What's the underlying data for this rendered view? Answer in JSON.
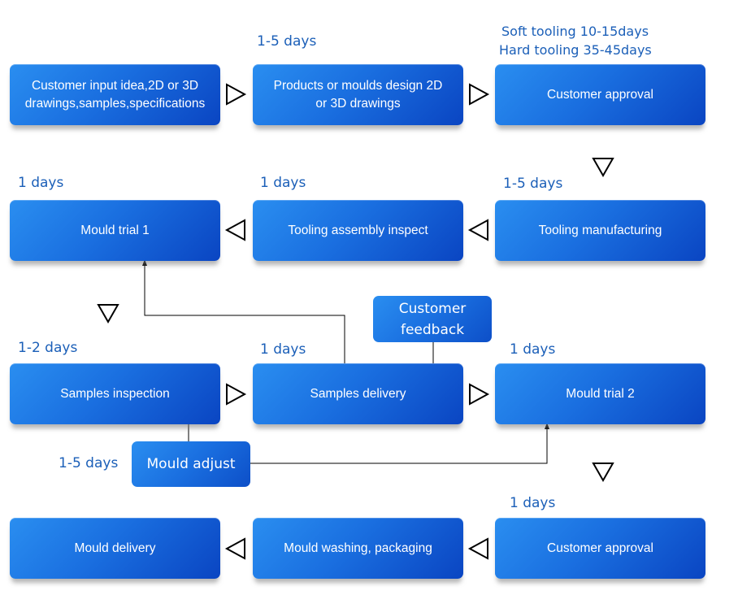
{
  "steps": {
    "customer_input": "Customer input idea,2D or 3D drawings,samples,specifications",
    "design": "Products or moulds design 2D or 3D drawings",
    "customer_approval_1": "Customer approval",
    "tooling_manufacturing": "Tooling manufacturing",
    "tooling_assembly": "Tooling assembly inspect",
    "mould_trial_1": "Mould trial 1",
    "samples_inspection": "Samples inspection",
    "samples_delivery": "Samples delivery",
    "mould_trial_2": "Mould trial 2",
    "customer_approval_2": "Customer approval",
    "mould_washing": "Mould washing, packaging",
    "mould_delivery": "Mould delivery",
    "customer_feedback": "Customer feedback",
    "mould_adjust": "Mould adjust"
  },
  "durations": {
    "design": "1-5 days",
    "soft_tooling": "Soft tooling 10-15days",
    "hard_tooling": "Hard tooling 35-45days",
    "mould_trial_1": "1 days",
    "tooling_assembly": "1 days",
    "tooling_manufacturing": "1-5 days",
    "samples_inspection": "1-2 days",
    "samples_delivery": "1 days",
    "mould_trial_2": "1 days",
    "mould_adjust": "1-5 days",
    "customer_approval_2": "1 days"
  },
  "colors": {
    "box_light": "#2a8ef0",
    "box_dark": "#0a45c2",
    "label": "#1b5fb8",
    "connector": "#000000"
  }
}
